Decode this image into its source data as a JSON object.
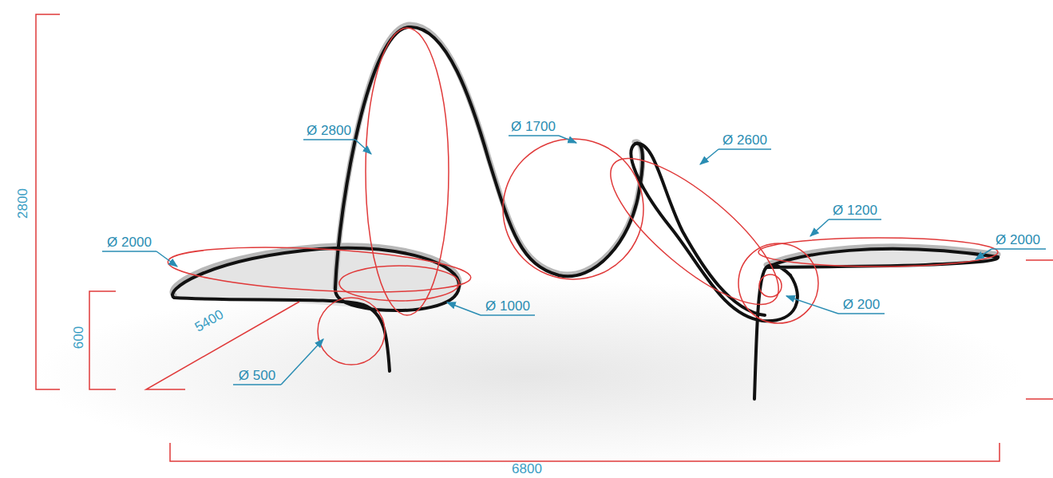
{
  "diagram": {
    "labels": [
      "2800",
      "Ø 2800",
      "Ø 1700",
      "Ø 2600",
      "Ø 2000",
      "Ø 1200",
      "Ø 2000",
      "600",
      "5400",
      "Ø 1000",
      "Ø 500",
      "Ø 200",
      "6800"
    ]
  }
}
